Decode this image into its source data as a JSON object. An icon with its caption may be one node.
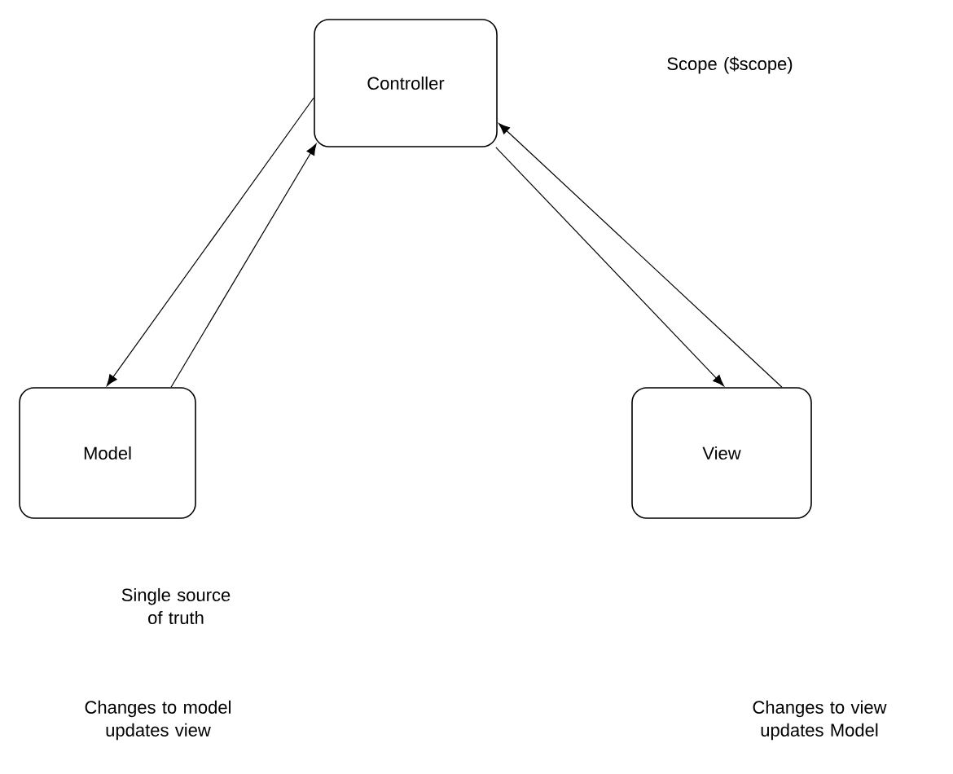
{
  "diagram": {
    "nodes": [
      {
        "text": [
          "Controller"
        ]
      },
      {
        "text": [
          "Model"
        ]
      },
      {
        "text": [
          "View"
        ]
      }
    ],
    "edges": [
      {
        "from": 0,
        "to": 1,
        "arrow": "to"
      },
      {
        "from": 1,
        "to": 0,
        "arrow": "to"
      },
      {
        "from": 0,
        "to": 2,
        "arrow": "to"
      },
      {
        "from": 2,
        "to": 0,
        "arrow": "to"
      }
    ],
    "labels": [
      "Scope ($scope)",
      "Single source of truth",
      "Changes to model updates view",
      "Changes to view updates Model"
    ]
  }
}
